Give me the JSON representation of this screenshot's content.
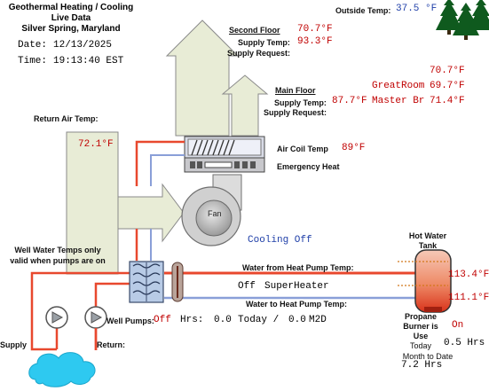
{
  "header": {
    "line1": "Geothermal Heating / Cooling",
    "line2": "Live Data",
    "line3": "Silver Spring, Maryland",
    "date_label": "Date:",
    "date_value": "12/13/2025",
    "time_label": "Time:",
    "time_value": "19:13:40 EST"
  },
  "outside": {
    "label": "Outside Temp:",
    "value": "37.5 °F"
  },
  "second_floor": {
    "title": "Second Floor",
    "temp": "70.7°F",
    "supply_temp_label": "Supply Temp:",
    "supply_temp": "93.3°F",
    "supply_request_label": "Supply Request:",
    "supply_request": ""
  },
  "main_floor": {
    "title": "Main Floor",
    "temp": "70.7°F",
    "greatroom_label": "GreatRoom",
    "greatroom": "69.7°F",
    "supply_temp_label": "Supply Temp:",
    "supply_temp": "87.7°F",
    "master_label": "Master Br",
    "master": "71.4°F",
    "supply_request_label": "Supply Request:",
    "supply_request": ""
  },
  "return_air": {
    "label": "Return Air Temp:",
    "value": "72.1°F"
  },
  "air_coil": {
    "label": "Air Coil Temp",
    "value": "89°F",
    "emergency_label": "Emergency Heat"
  },
  "fan": {
    "label": "Fan",
    "mode": "Cooling Off"
  },
  "well": {
    "note_line1": "Well Water Temps only",
    "note_line2": "valid when pumps are on",
    "supply_label": "Supply",
    "return_label": "Return:"
  },
  "water_lines": {
    "from_hp_label": "Water from Heat Pump Temp:",
    "to_hp_label": "Water to Heat Pump Temp:",
    "superheater_state": "Off",
    "superheater_label": "SuperHeater"
  },
  "well_pumps": {
    "label": "Well Pumps:",
    "state": "Off",
    "hrs_label": "Hrs:",
    "today_value": "0.0",
    "today_label": "Today /",
    "m2d_value": "0.0",
    "m2d_label": "M2D"
  },
  "hot_water_tank": {
    "title_line1": "Hot Water",
    "title_line2": "Tank",
    "top_temp": "113.4°F",
    "bottom_temp": "111.1°F"
  },
  "propane": {
    "line1": "Propane",
    "line2": "Burner is",
    "state": "On",
    "use_label": "Use",
    "today_label": "Today",
    "today_value": "0.5 Hrs",
    "m2d_label": "Month to Date",
    "m2d_value": "7.2 Hrs"
  },
  "colors": {
    "hot_pipe": "#e8482e",
    "cold_pipe": "#8a9fd8",
    "duct_fill": "#e8ecd6",
    "temp_red": "#c00000",
    "status_blue": "#1f3fa8",
    "tree_green": "#0f5a1e",
    "water_blue": "#2ec9f0"
  },
  "icons": [
    "tree-icon",
    "cloud-icon",
    "pump-icon",
    "heat-exchanger-icon",
    "fan-icon",
    "air-coil-icon",
    "water-tank-icon",
    "arrow-up-icon",
    "arrow-right-icon"
  ]
}
